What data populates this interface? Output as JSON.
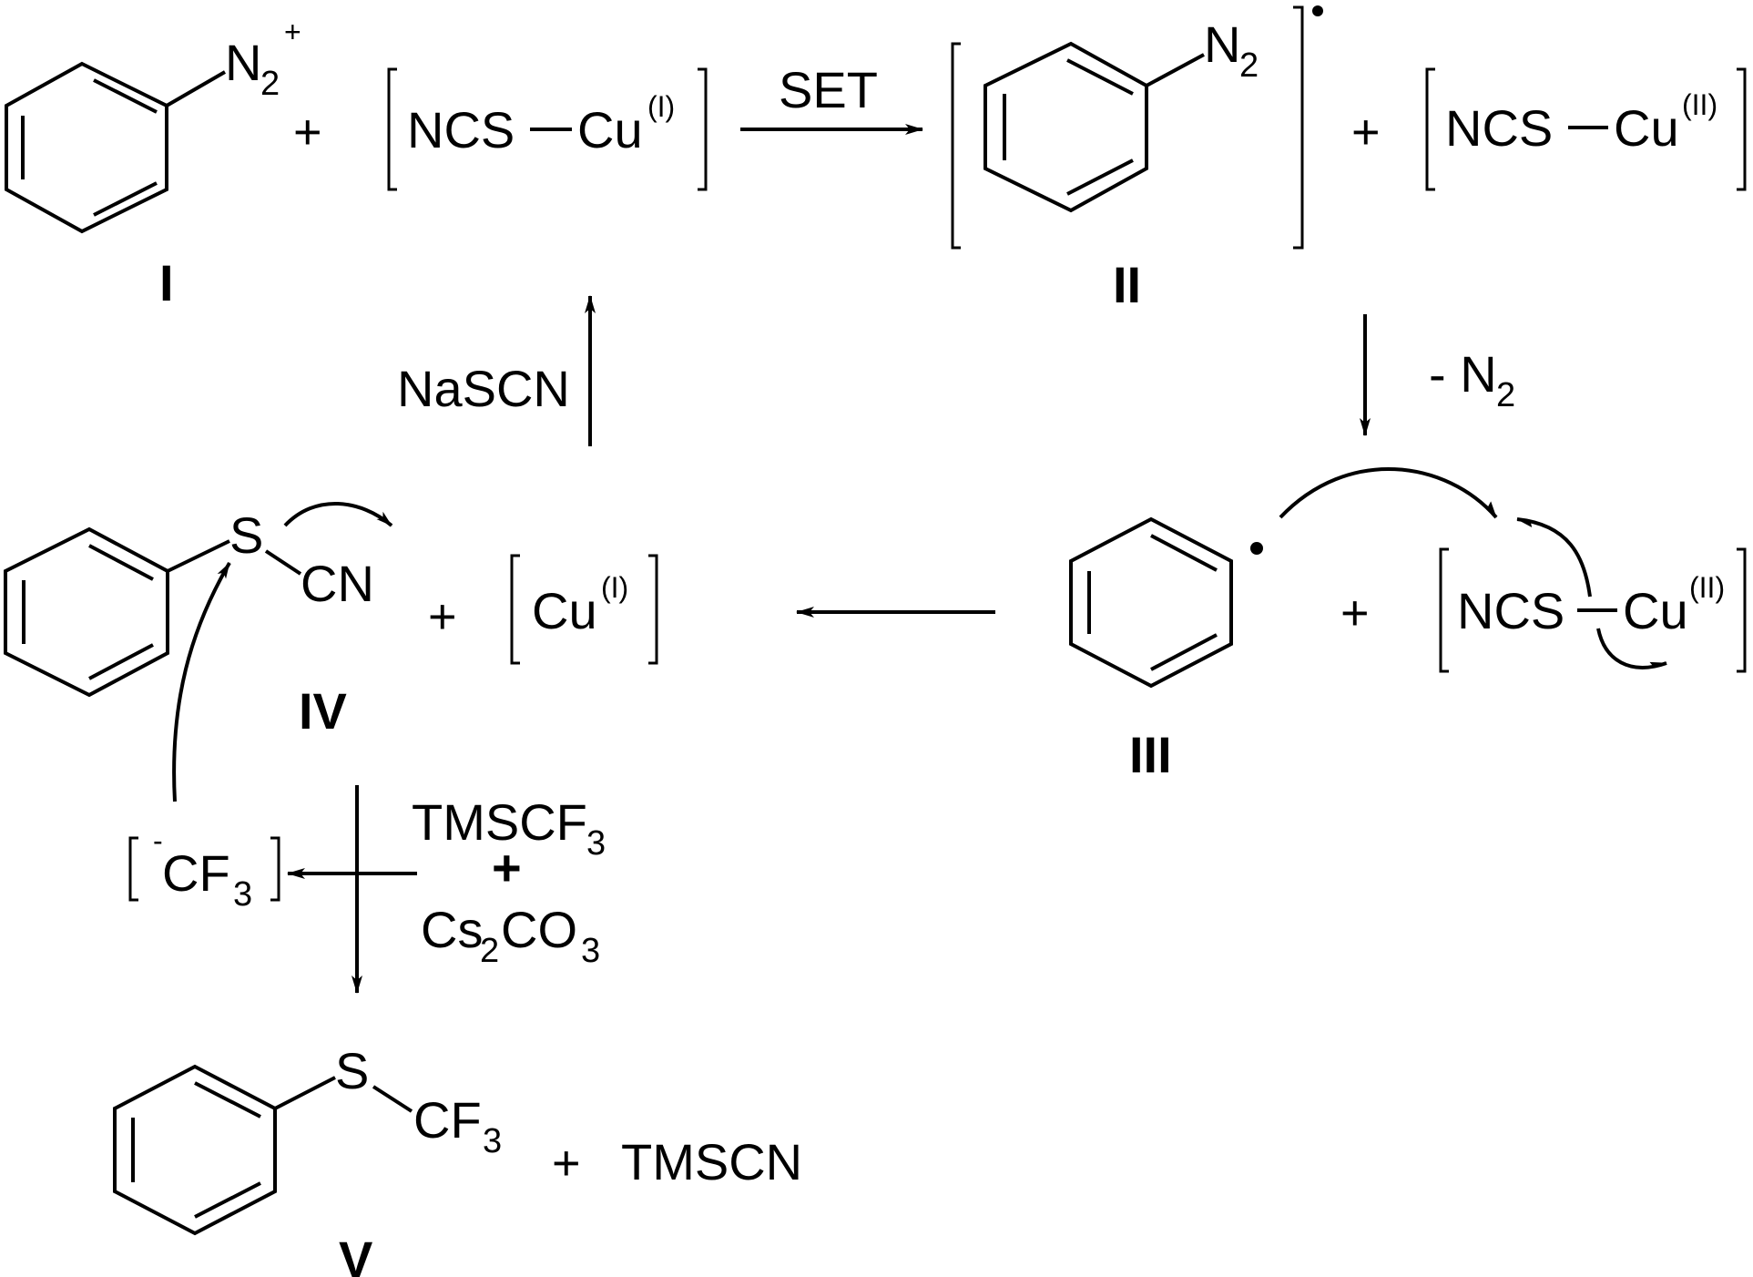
{
  "compounds": {
    "I": {
      "label": "I",
      "substituent": "N",
      "sub": "2",
      "charge": "+"
    },
    "II": {
      "label": "II",
      "substituent": "N",
      "sub": "2",
      "radical": "•"
    },
    "III": {
      "label": "III",
      "radical": "•"
    },
    "IV": {
      "label": "IV",
      "atom_s": "S",
      "group": "CN"
    },
    "V": {
      "label": "V",
      "atom_s": "S",
      "group": "CF",
      "group_sub": "3"
    }
  },
  "species": {
    "cu1_complex": {
      "left": "NCS",
      "metal": "Cu",
      "ox": "(I)"
    },
    "cu2_complex": {
      "left": "NCS",
      "metal": "Cu",
      "ox": "(II)"
    },
    "cu2_complex_b": {
      "left": "NCS",
      "metal": "Cu",
      "ox": "(II)"
    },
    "cu1_free": {
      "metal": "Cu",
      "ox": "(I)"
    },
    "cf3_anion": {
      "charge": "-",
      "text": "CF",
      "sub": "3"
    },
    "tmscn": "TMSCN"
  },
  "reagents": {
    "set": "SET",
    "minus_n2": {
      "text": "- N",
      "sub": "2"
    },
    "nascn": "NaSCN",
    "tmscf3": {
      "text": "TMSCF",
      "sub": "3"
    },
    "plus": "+",
    "cs2co3": {
      "a": "Cs",
      "a_sub": "2",
      "b": "CO",
      "b_sub": "3"
    }
  },
  "plus_sign": "+"
}
